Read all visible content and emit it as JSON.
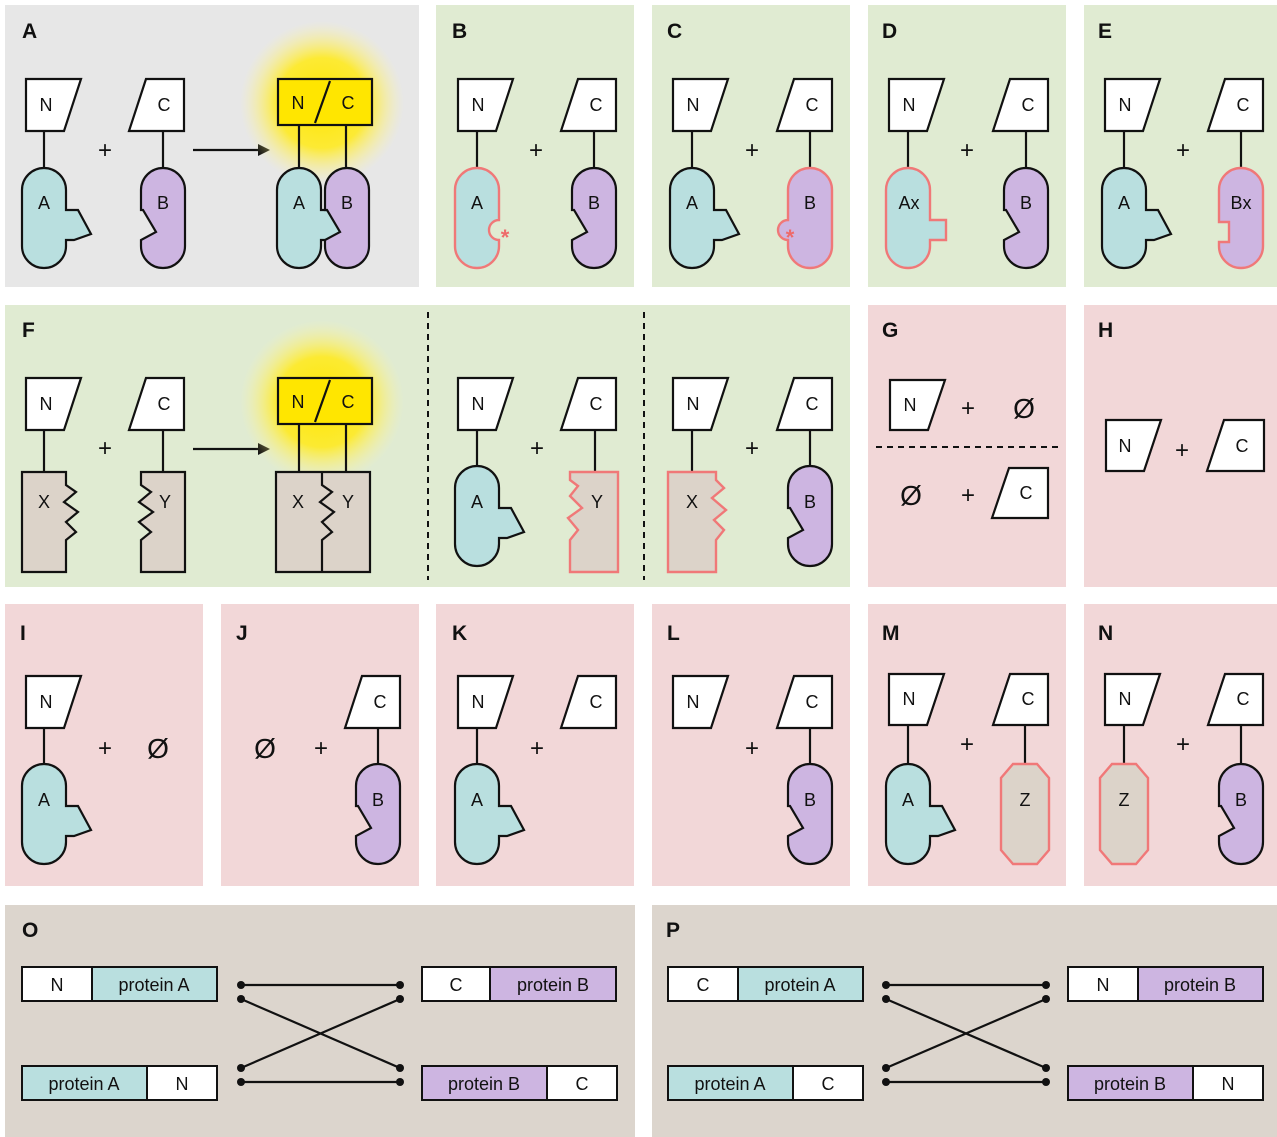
{
  "colors": {
    "green_panel": "#e0ebd2",
    "grey_panel": "#e7e7e7",
    "pink_panel": "#f2d7d8",
    "tan_panel": "#dcd5cd",
    "protein_A": "#b9dfdf",
    "protein_B": "#cdb5e1",
    "protein_XYZ": "#dcd3c9",
    "glow": "#ffe600",
    "mutation_outline": "#f07878"
  },
  "panels": {
    "A": "A",
    "B": "B",
    "C": "C",
    "D": "D",
    "E": "E",
    "F": "F",
    "G": "G",
    "H": "H",
    "I": "I",
    "J": "J",
    "K": "K",
    "L": "L",
    "M": "M",
    "N": "N",
    "O": "O",
    "P": "P"
  },
  "symbols": {
    "plus": "+",
    "empty_set": "Ø",
    "asterisk": "*"
  },
  "fragments": {
    "n": "N",
    "c": "C"
  },
  "proteins": {
    "a": "A",
    "b": "B",
    "ax": "Ax",
    "bx": "Bx",
    "x": "X",
    "y": "Y",
    "z": "Z"
  },
  "constructs": {
    "protein_a": "protein A",
    "protein_b": "protein B"
  }
}
